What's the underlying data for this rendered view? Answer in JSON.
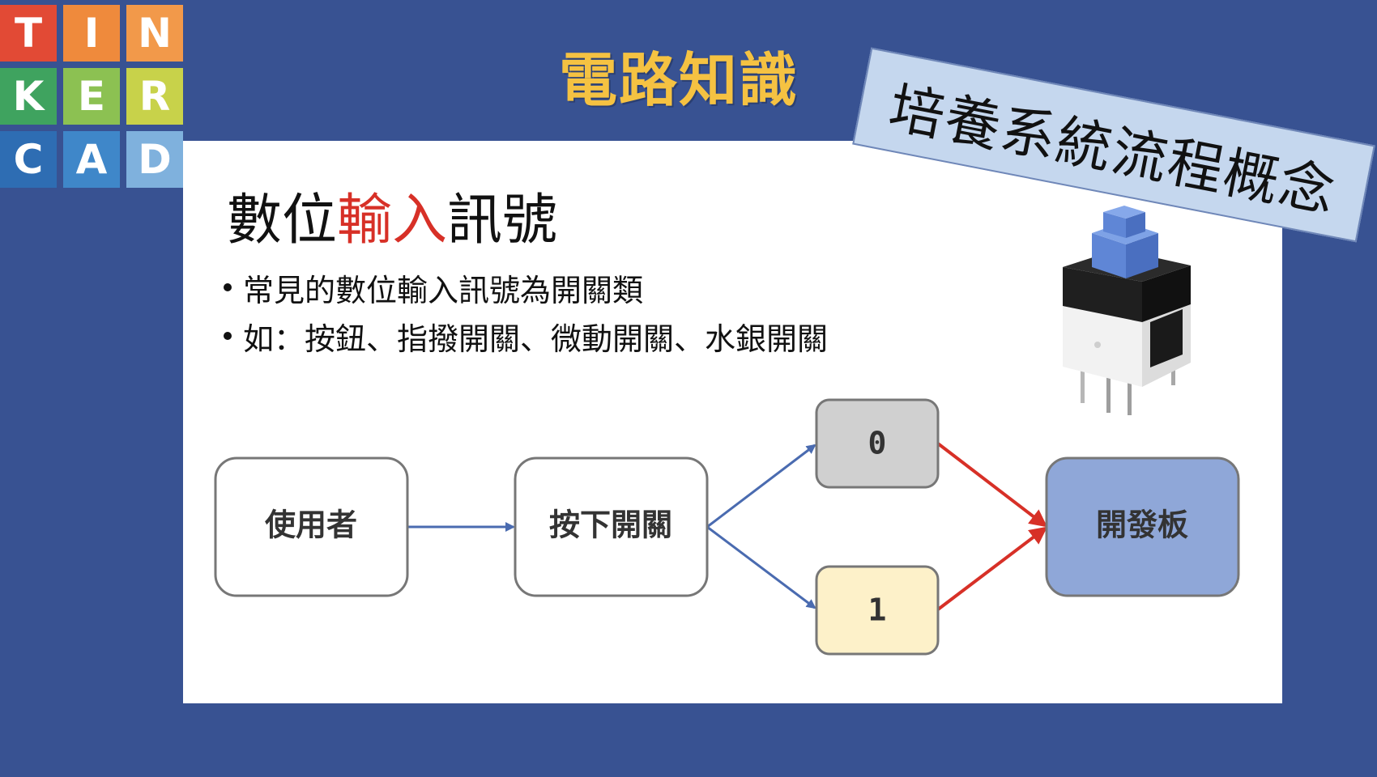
{
  "logo": {
    "letters": [
      "T",
      "I",
      "N",
      "K",
      "E",
      "R",
      "C",
      "A",
      "D"
    ],
    "colors": [
      "#e24a35",
      "#ef8a3c",
      "#f2994a",
      "#3fa35f",
      "#8cc152",
      "#c8d24a",
      "#2e6db3",
      "#3f87c9",
      "#7fb1dd"
    ]
  },
  "title": "電路知識",
  "banner": "培養系統流程概念",
  "heading": {
    "pre": "數位",
    "highlight": "輸入",
    "post": "訊號"
  },
  "bullets": [
    "常見的數位輸入訊號為開關類",
    "如：按鈕、指撥開關、微動開關、水銀開關"
  ],
  "diagram": {
    "nodes": {
      "user": "使用者",
      "press": "按下開關",
      "zero": "0",
      "one": "1",
      "board": "開發板"
    },
    "colors": {
      "blue_arrow": "#4a6bb0",
      "red_arrow": "#d73027",
      "zero_fill": "#d0d0d0",
      "one_fill": "#fdf1c9",
      "board_fill": "#8fa7d8",
      "box_stroke": "#777777"
    }
  },
  "icons": {
    "switch": "push-button-switch-icon"
  }
}
